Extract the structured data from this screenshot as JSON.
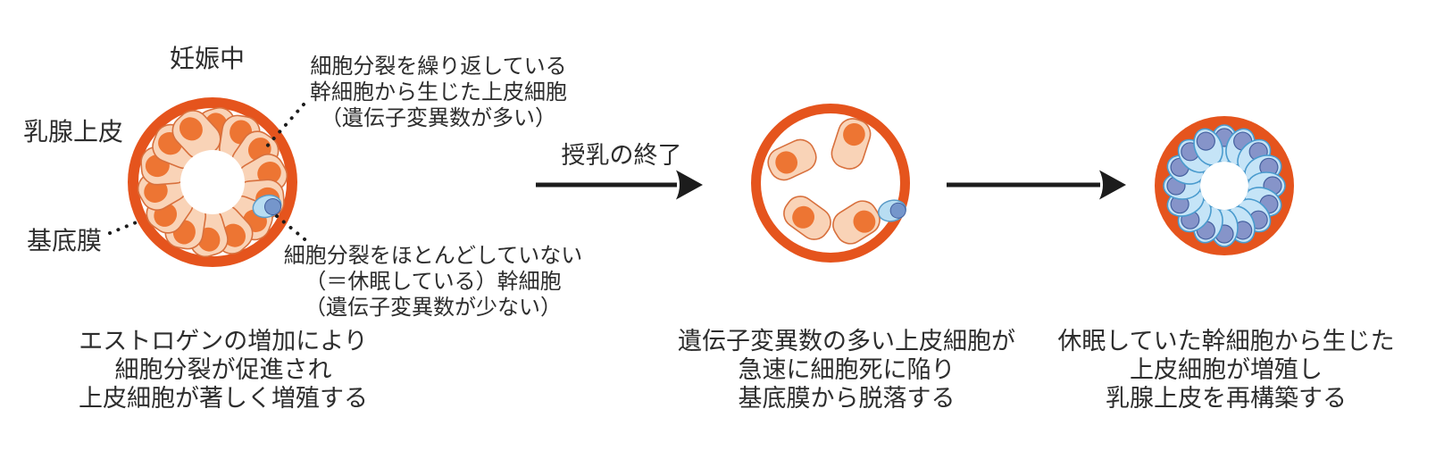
{
  "palette": {
    "membrane_orange": "#E5541D",
    "epithelial_body_peach": "#F9D3B7",
    "epithelial_outline": "#D8703D",
    "epithelial_nucleus_orange": "#ED7533",
    "stem_body_blue": "#B8DDF2",
    "stem_outline_blue": "#5C9CC8",
    "stem_nucleus_blue": "#7596CB",
    "regrown_body_blue": "#C5E4F7",
    "regrown_outline_blue": "#4A9BCE",
    "regrown_nucleus_blue": "#8694C9",
    "regrown_nucleus_outline": "#44609F",
    "arrow_black": "#1c1c1c",
    "text_color": "#2d2d2d"
  },
  "stage1": {
    "phase_label": "妊娠中",
    "label_epithelium": "乳腺上皮",
    "label_basement_membrane": "基底膜",
    "annotation_top_lines": [
      "細胞分裂を繰り返している",
      "幹細胞から生じた上皮細胞",
      "（遺伝子変異数が多い）"
    ],
    "annotation_bottom_lines": [
      "細胞分裂をほとんどしていない",
      "（＝休眠している）幹細胞",
      "（遺伝子変異数が少ない）"
    ],
    "caption_lines": [
      "エストロゲンの増加により",
      "細胞分裂が促進され",
      "上皮細胞が著しく増殖する"
    ],
    "epithelial_cell_count": 14,
    "dormant_stem_cell_count": 1
  },
  "transition1": {
    "label": "授乳の終了"
  },
  "stage2": {
    "caption_lines": [
      "遺伝子変異数の多い上皮細胞が",
      "急速に細胞死に陥り",
      "基底膜から脱落する"
    ],
    "detached_cell_count": 4,
    "stem_cell_count": 1
  },
  "stage3": {
    "caption_lines": [
      "休眠していた幹細胞から生じた",
      "上皮細胞が増殖し",
      "乳腺上皮を再構築する"
    ],
    "epithelial_cell_count": 16
  }
}
